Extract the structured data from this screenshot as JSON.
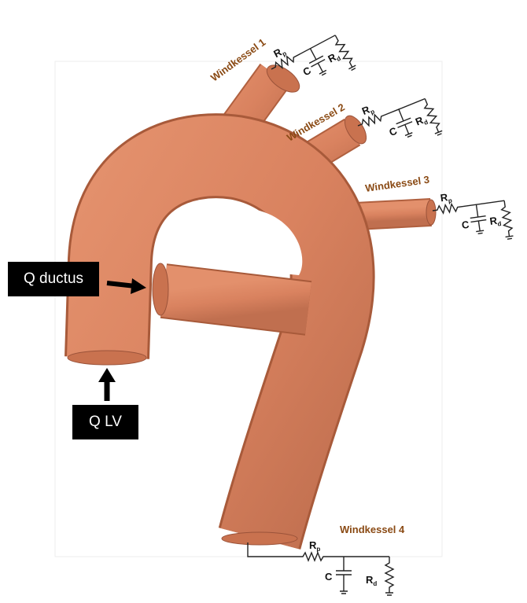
{
  "flows": {
    "ductus": "Q ductus",
    "lv": "Q LV"
  },
  "windkessels": [
    {
      "label": "Windkessel 1",
      "rp": "R",
      "rp_sub": "p",
      "c": "C",
      "rd": "R",
      "rd_sub": "d"
    },
    {
      "label": "Windkessel 2",
      "rp": "R",
      "rp_sub": "p",
      "c": "C",
      "rd": "R",
      "rd_sub": "d"
    },
    {
      "label": "Windkessel 3",
      "rp": "R",
      "rp_sub": "p",
      "c": "C",
      "rd": "R",
      "rd_sub": "d"
    },
    {
      "label": "Windkessel 4",
      "rp": "R",
      "rp_sub": "p",
      "c": "C",
      "rd": "R",
      "rd_sub": "d"
    }
  ],
  "colors": {
    "vessel": "#d9825f",
    "vessel_edge": "#a85a3a",
    "label": "#8a4a14"
  }
}
